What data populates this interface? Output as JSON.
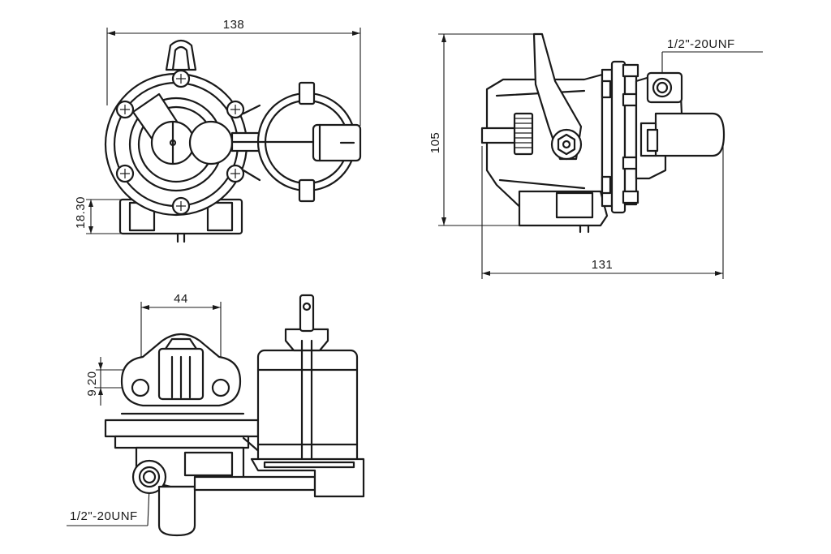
{
  "dimensions": {
    "top_width": "138",
    "flange_height": "18.30",
    "side_height": "105",
    "side_length": "131",
    "bottom_width": "44",
    "port_offset": "9.20"
  },
  "thread_labels": {
    "side": "1/2\"-20UNF",
    "bottom": "1/2\"-20UNF"
  },
  "colors": {
    "line": "#1a1a1a",
    "background": "#ffffff"
  }
}
